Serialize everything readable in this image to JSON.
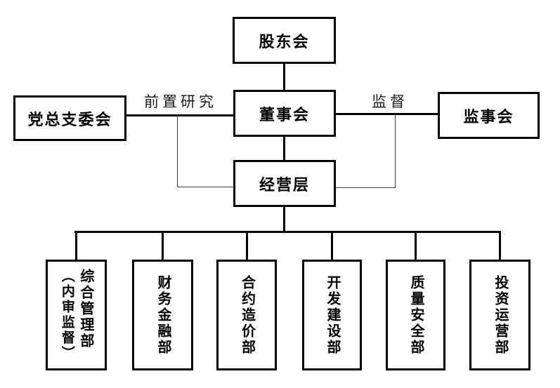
{
  "org": {
    "nodes": {
      "shareholders": "股东会",
      "party_committee": "党总支委会",
      "board": "董事会",
      "supervisors": "监事会",
      "management": "经营层"
    },
    "edge_labels": {
      "pre_research": "前置研究",
      "supervision": "监督"
    },
    "departments": [
      {
        "label": "综合管理部",
        "annotation": "（内审监督）"
      },
      {
        "label": "财务金融部"
      },
      {
        "label": "合约造价部"
      },
      {
        "label": "开发建设部"
      },
      {
        "label": "质量安全部"
      },
      {
        "label": "投资运营部"
      }
    ],
    "edges": [
      {
        "from": "股东会",
        "to": "董事会"
      },
      {
        "from": "党总支委会",
        "to": "董事会",
        "label": "前置研究"
      },
      {
        "from": "董事会",
        "to": "监事会",
        "label": "监督"
      },
      {
        "from": "董事会",
        "to": "经营层"
      },
      {
        "from": "党总支委会",
        "to": "经营层",
        "style": "thin"
      },
      {
        "from": "监事会",
        "to": "经营层",
        "style": "thin"
      },
      {
        "from": "经营层",
        "to": "综合管理部（内审监督）/财务金融部/合约造价部/开发建设部/质量安全部/投资运营部"
      }
    ],
    "colors": {
      "background": "#ffffff",
      "line": "#000000",
      "thin_line": "#3c3c3c",
      "text": "#000000"
    }
  }
}
